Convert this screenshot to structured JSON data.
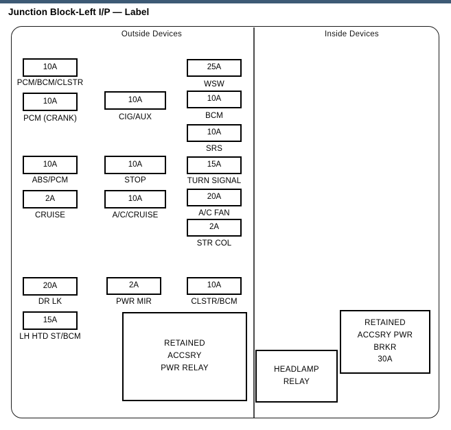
{
  "page": {
    "title": "Junction Block-Left I/P — Label",
    "accent_bar_color": "#3d5a75",
    "frame_color": "#1a1a1a",
    "background": "#ffffff"
  },
  "sections": {
    "outside": {
      "header": "Outside  Devices"
    },
    "inside": {
      "header": "Inside  Devices"
    }
  },
  "columns": {
    "left": [
      {
        "rating": "10A",
        "label": "PCM/BCM/CLSTR"
      },
      {
        "rating": "10A",
        "label": "PCM (CRANK)"
      },
      {
        "rating": "10A",
        "label": "ABS/PCM"
      },
      {
        "rating": "2A",
        "label": "CRUISE"
      },
      {
        "rating": "20A",
        "label": "DR LK"
      },
      {
        "rating": "15A",
        "label": "LH HTD ST/BCM"
      }
    ],
    "middle": [
      {
        "rating": "10A",
        "label": "CIG/AUX"
      },
      {
        "rating": "10A",
        "label": "STOP"
      },
      {
        "rating": "10A",
        "label": "A/C/CRUISE"
      },
      {
        "rating": "2A",
        "label": "PWR MIR"
      }
    ],
    "right": [
      {
        "rating": "25A",
        "label": "WSW"
      },
      {
        "rating": "10A",
        "label": "BCM"
      },
      {
        "rating": "10A",
        "label": "SRS"
      },
      {
        "rating": "15A",
        "label": "TURN SIGNAL"
      },
      {
        "rating": "20A",
        "label": "A/C FAN"
      },
      {
        "rating": "2A",
        "label": "STR COL"
      },
      {
        "rating": "10A",
        "label": "CLSTR/BCM"
      }
    ]
  },
  "components": {
    "retained_accsry_pwr_relay": {
      "line1": "RETAINED",
      "line2": "ACCSRY",
      "line3": "PWR RELAY"
    },
    "headlamp_relay": {
      "line1": "HEADLAMP",
      "line2": "RELAY"
    },
    "retained_accsry_pwr_brkr": {
      "line1": "RETAINED",
      "line2": "ACCSRY PWR",
      "line3": "BRKR",
      "line4": "30A"
    }
  }
}
